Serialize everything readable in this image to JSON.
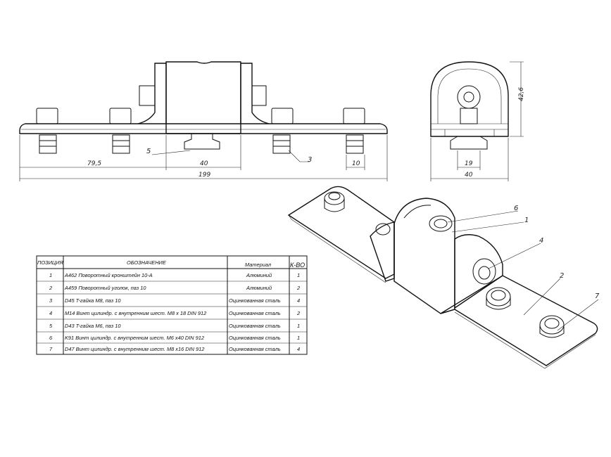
{
  "dimensions": {
    "front": [
      "79,5",
      "40",
      "199",
      "10"
    ],
    "side": [
      "42,6",
      "19",
      "40"
    ]
  },
  "front_callouts": [
    "5",
    "3"
  ],
  "iso_callouts": [
    "6",
    "1",
    "4",
    "2",
    "7"
  ],
  "table": {
    "headers": [
      "ПОЗИЦИЯ",
      "ОБОЗНАЧЕНИЕ",
      "Материал",
      "К-ВО"
    ],
    "rows": [
      {
        "pos": "1",
        "name": "A462 Поворотный кронштейн 10-A",
        "material": "Алюминий",
        "qty": "1"
      },
      {
        "pos": "2",
        "name": "A459 Поворотный уголок, паз 10",
        "material": "Алюминий",
        "qty": "2"
      },
      {
        "pos": "3",
        "name": "D45 T-гайка M8, паз 10",
        "material": "Оцинкованная сталь",
        "qty": "4"
      },
      {
        "pos": "4",
        "name": "M14 Винт цилиндр. с внутренним шест. M8 x 18 DIN 912",
        "material": "Оцинкованная сталь",
        "qty": "2"
      },
      {
        "pos": "5",
        "name": "D43 T-гайка M6, паз 10",
        "material": "Оцинкованная сталь",
        "qty": "1"
      },
      {
        "pos": "6",
        "name": "K91 Винт цилиндр. с внутренним шест. M6 x40 DIN 912",
        "material": "Оцинкованная сталь",
        "qty": "1"
      },
      {
        "pos": "7",
        "name": "D47 Винт цилиндр. с внутренним шест. M8 x16 DIN 912",
        "material": "Оцинкованная сталь",
        "qty": "4"
      }
    ]
  }
}
